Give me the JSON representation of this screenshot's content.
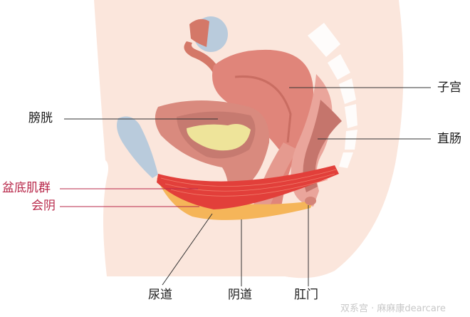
{
  "diagram": {
    "title": "",
    "labels": {
      "bladder": "膀胱",
      "uterus": "子宫",
      "rectum": "直肠",
      "pelvic_floor_muscles": "盆底肌群",
      "perineum": "会阴",
      "urethra": "尿道",
      "vagina": "阴道",
      "anus": "肛门"
    },
    "watermark": "双系宫 · 麻麻康dearcare",
    "colors": {
      "body_skin": "#fbe8de",
      "spine": "#ffffff",
      "uterus": "#e0857a",
      "bladder_wall": "#d98a7e",
      "bladder_inner": "#c67a70",
      "urine": "#eee49a",
      "ovary": "#b8c8da",
      "pubic_bone": "#b8c8da",
      "muscle": "#e23f3a",
      "perineum_fat": "#f5b559",
      "rectum": "#e8a49a",
      "rectum_inner": "#c5756c",
      "leader_line_black": "#333333",
      "leader_line_red": "#b8284a"
    }
  }
}
